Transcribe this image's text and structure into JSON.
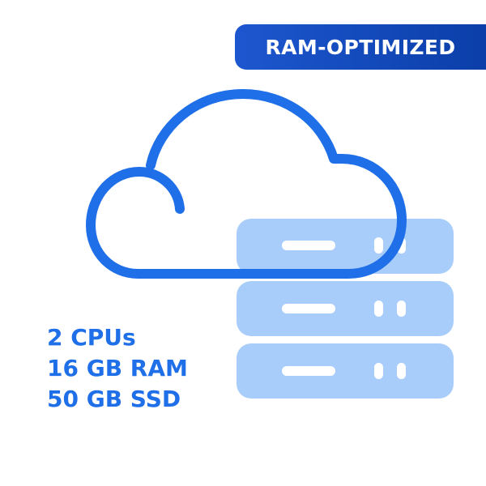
{
  "badge": {
    "label": "RAM-OPTIMIZED"
  },
  "specs": {
    "lines": [
      "2 CPUs",
      "16 GB RAM",
      "50 GB SSD"
    ]
  },
  "icons": {
    "cloud": "cloud-icon",
    "server": "server-stack-icon"
  },
  "colors": {
    "badge_start": "#1d57cf",
    "badge_end": "#0b3ea8",
    "cloud_stroke": "#1f6fe8",
    "server_fill": "#a9cdfb",
    "spec_text": "#1f6fe8",
    "background": "#ffffff"
  }
}
